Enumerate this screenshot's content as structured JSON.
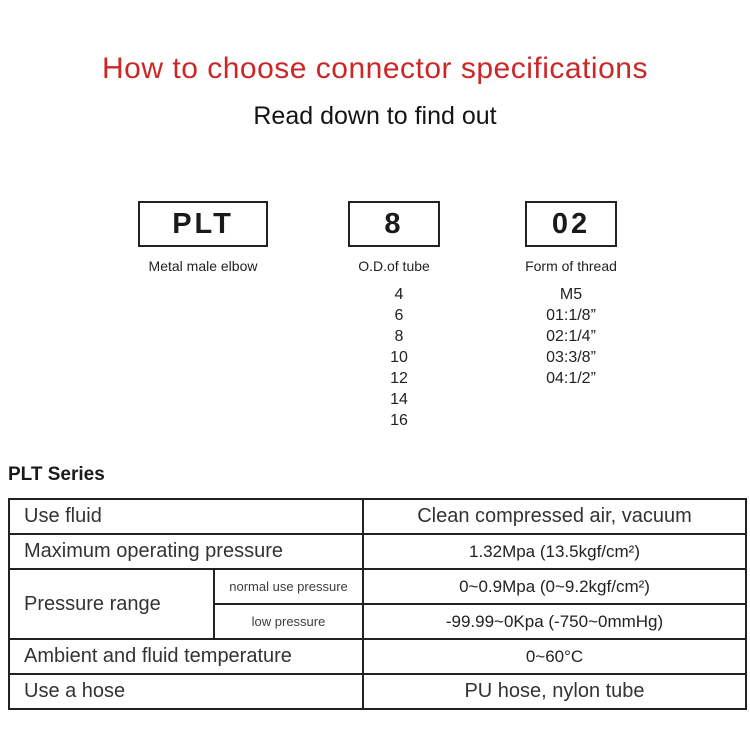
{
  "page": {
    "title": "How to choose connector specifications",
    "subtitle": "Read down to find out",
    "title_color": "#cc2727",
    "row_highlight_color": "#f3ead9",
    "border_color": "#222222"
  },
  "model_code": {
    "segments": [
      {
        "code": "PLT",
        "label": "Metal male elbow",
        "options": []
      },
      {
        "code": "8",
        "label": "O.D.of tube",
        "options": [
          "4",
          "6",
          "8",
          "10",
          "12",
          "14",
          "16"
        ]
      },
      {
        "code": "02",
        "label": "Form of thread",
        "options": [
          "M5",
          "01:1/8”",
          "02:1/4”",
          "03:3/8”",
          "04:1/2”"
        ]
      }
    ]
  },
  "series_heading": "PLT Series",
  "spec_table": {
    "rows": [
      {
        "label": "Use fluid",
        "value": "Clean compressed air, vacuum"
      },
      {
        "label": "Maximum operating pressure",
        "value": "1.32Mpa (13.5kgf/cm²)"
      },
      {
        "label": "Pressure range",
        "sub_rows": [
          {
            "sub_label": "normal use pressure",
            "value": "0~0.9Mpa (0~9.2kgf/cm²)"
          },
          {
            "sub_label": "low pressure",
            "value": "-99.99~0Kpa (-750~0mmHg)"
          }
        ]
      },
      {
        "label": "Ambient and fluid temperature",
        "value": "0~60°C"
      },
      {
        "label": "Use a hose",
        "value": "PU hose, nylon tube"
      }
    ]
  }
}
